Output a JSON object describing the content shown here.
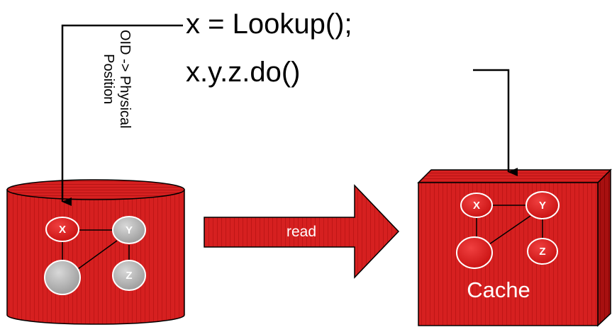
{
  "code": {
    "line1": "x = Lookup();",
    "line2": "x.y.z.do()"
  },
  "mapping_label": {
    "line1": "OID -> Physical",
    "line2": "Position"
  },
  "read_arrow": {
    "label": "read"
  },
  "database": {
    "nodes": [
      {
        "label": "X"
      },
      {
        "label": "Y"
      },
      {
        "label": ""
      },
      {
        "label": "Z"
      }
    ]
  },
  "cache": {
    "label": "Cache",
    "nodes": [
      {
        "label": "X"
      },
      {
        "label": "Y"
      },
      {
        "label": ""
      },
      {
        "label": "Z"
      }
    ]
  },
  "colors": {
    "red": "#d91e1e",
    "dark_red": "#7a0000",
    "gray": "#b8b8b8",
    "white": "#ffffff",
    "black": "#000000"
  }
}
